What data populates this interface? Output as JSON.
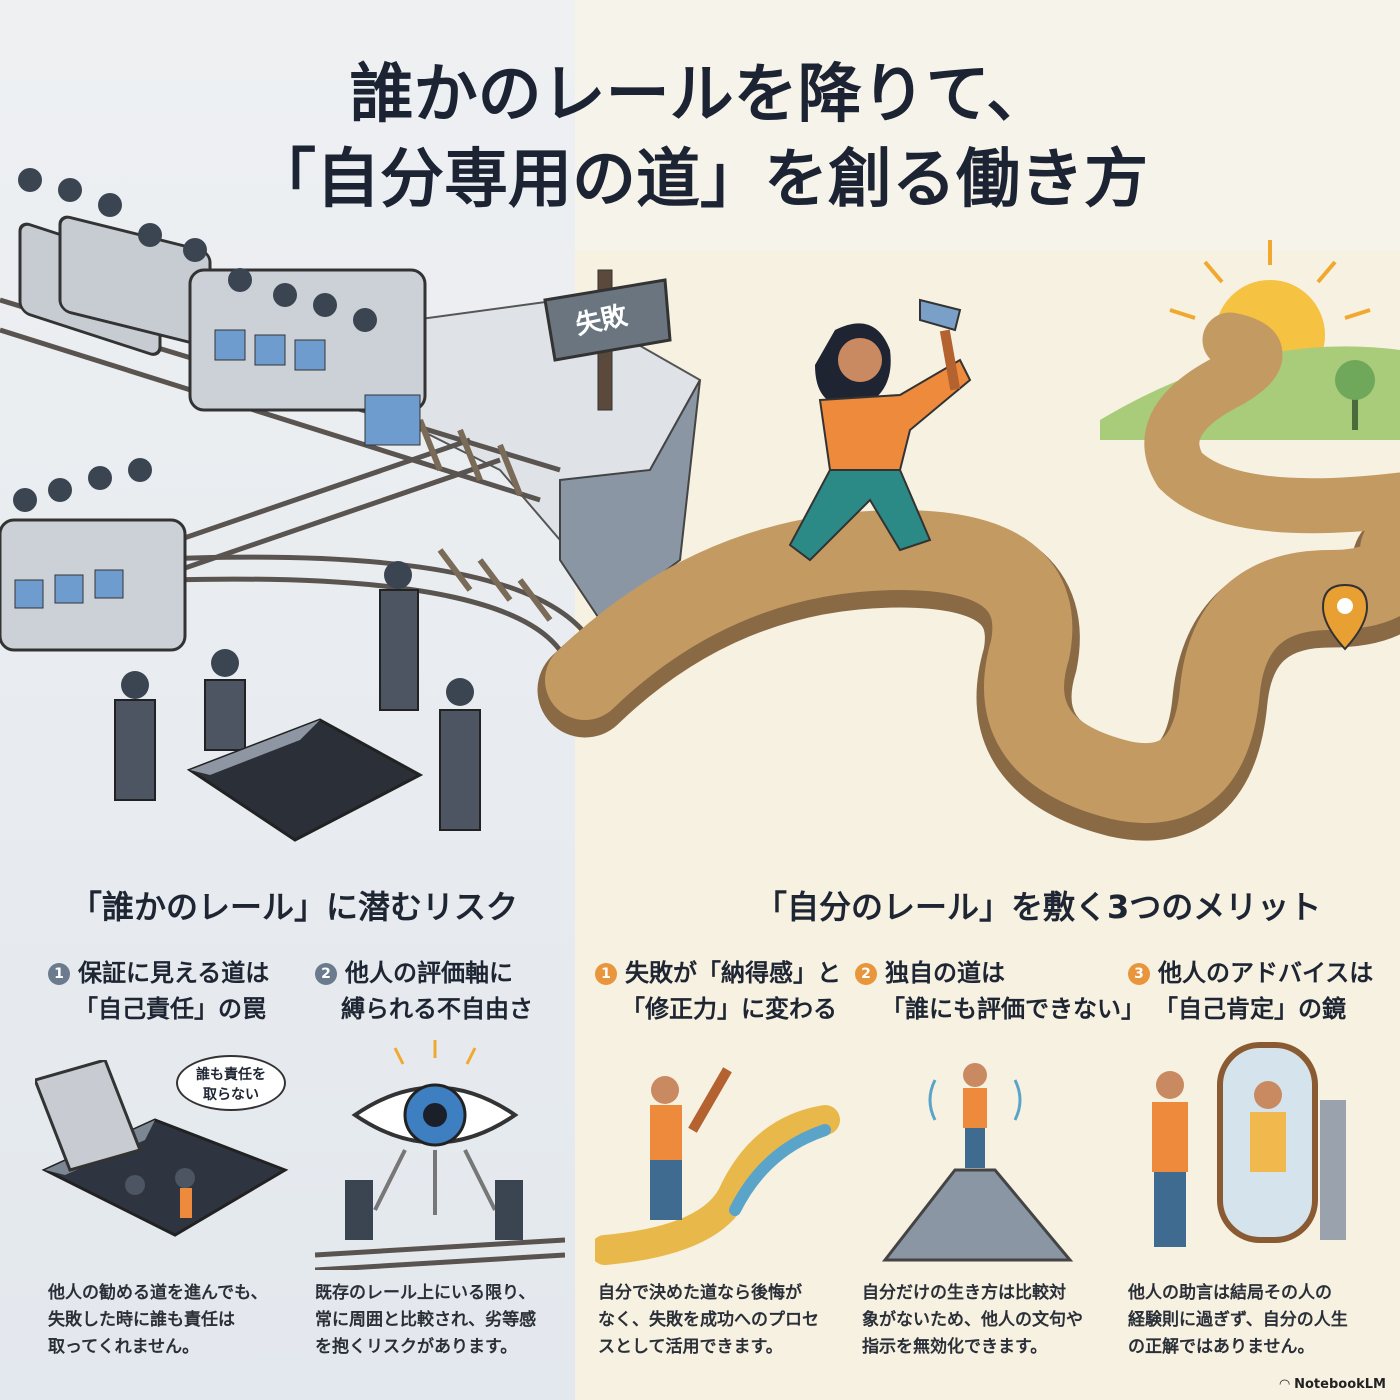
{
  "title": {
    "line1": "誰かのレールを降りて、",
    "line2": "「自分専用の道」を創る働き方"
  },
  "sign": {
    "text": "失敗"
  },
  "left": {
    "heading": "「誰かのレール」に潜むリスク",
    "items": [
      {
        "num": "1",
        "head_line1": "保証に見える道は",
        "head_line2": "「自己責任」の罠",
        "body_lines": [
          "他人の勧める道を進んでも、",
          "失敗した時に誰も責任は",
          "取ってくれません。"
        ]
      },
      {
        "num": "2",
        "head_line1": "他人の評価軸に",
        "head_line2": "縛られる不自由さ",
        "body_lines": [
          "既存のレール上にいる限り、",
          "常に周囲と比較され、劣等感",
          "を抱くリスクがあります。"
        ]
      }
    ],
    "bubble_lines": [
      "誰も責任を",
      "取らない"
    ]
  },
  "right": {
    "heading": "「自分のレール」を敷く3つのメリット",
    "items": [
      {
        "num": "1",
        "head_line1": "失敗が「納得感」と",
        "head_line2": "「修正力」に変わる",
        "body_lines": [
          "自分で決めた道なら後悔が",
          "なく、失敗を成功へのプロセ",
          "スとして活用できます。"
        ]
      },
      {
        "num": "2",
        "head_line1": "独自の道は",
        "head_line2": "「誰にも評価できない」",
        "body_lines": [
          "自分だけの生き方は比較対",
          "象がないため、他人の文句や",
          "指示を無効化できます。"
        ]
      },
      {
        "num": "3",
        "head_line1": "他人のアドバイスは",
        "head_line2": "「自己肯定」の鏡",
        "body_lines": [
          "他人の助言は結局その人の",
          "経験則に過ぎず、自分の人生",
          "の正解ではありません。"
        ]
      }
    ]
  },
  "footer": {
    "brand": "NotebookLM"
  },
  "colors": {
    "accent_orange": "#e8953b",
    "num_gray": "#6b7a8c",
    "road": "#c49a63",
    "sun": "#f5c242"
  }
}
